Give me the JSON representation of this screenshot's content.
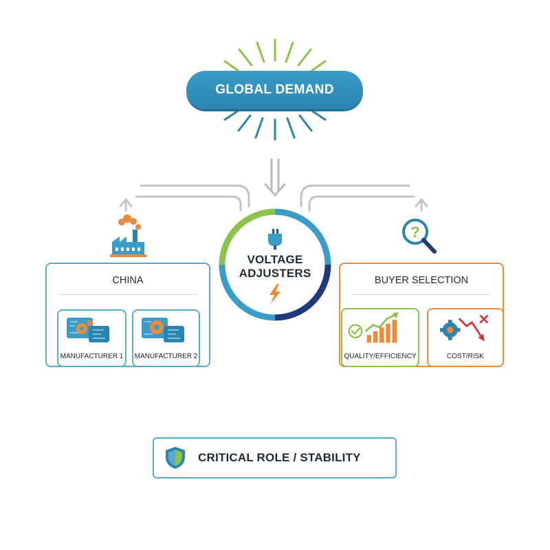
{
  "demand": {
    "label": "GLOBAL DEMAND"
  },
  "center": {
    "line1": "VOLTAGE",
    "line2": "ADJUSTERS"
  },
  "china": {
    "title": "CHINA",
    "manufacturers": [
      {
        "label": "MANUFACTURER 1"
      },
      {
        "label": "MANUFACTURER 2"
      }
    ]
  },
  "buyer": {
    "title": "BUYER SELECTION",
    "criteria": [
      {
        "label": "QUALITY/EFFICIENCY"
      },
      {
        "label": "COST/RISK"
      }
    ]
  },
  "footer": {
    "label": "CRITICAL ROLE / STABILITY"
  },
  "colors": {
    "blue": "#3a9cc8",
    "green": "#8cc34a",
    "orange": "#ee8a3a",
    "navy": "#1e3a7a",
    "red": "#d9323a",
    "gray": "#c4c4c4"
  },
  "icons": [
    "sun-ray-icon",
    "factory-icon",
    "circuit-gear-icon",
    "magnifier-question-icon",
    "plug-icon",
    "lightning-icon",
    "growth-chart-icon",
    "check-icon",
    "gear-icon",
    "decline-arrow-icon",
    "x-icon",
    "shield-icon"
  ]
}
